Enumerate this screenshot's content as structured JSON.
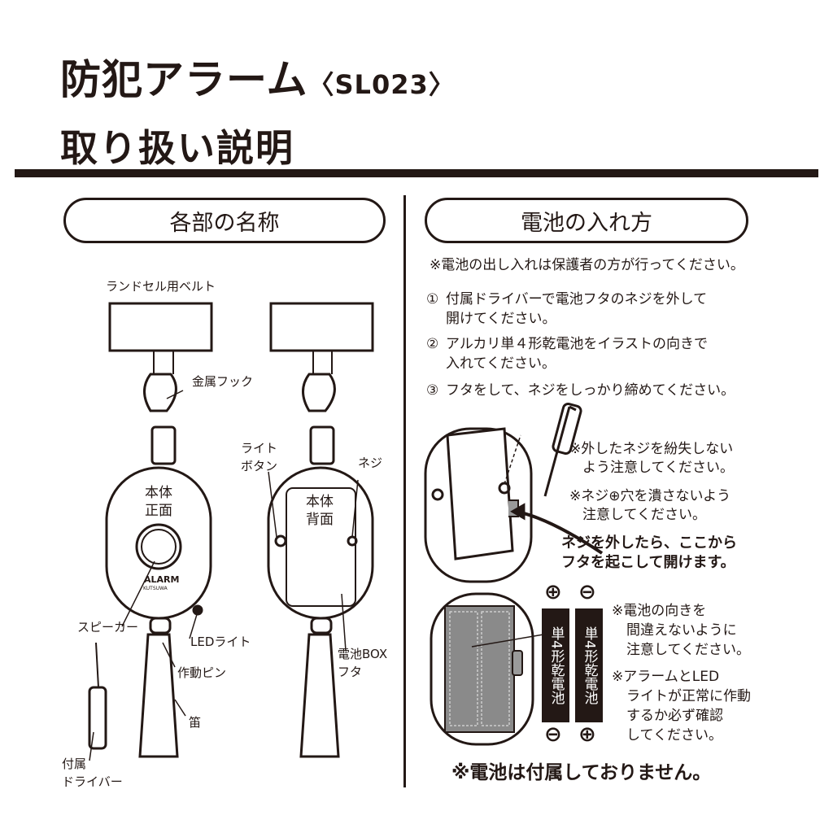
{
  "header": {
    "title": "防犯アラーム",
    "model": "〈SL023〉",
    "subtitle": "取り扱い説明"
  },
  "parts": {
    "heading": "各部の名称",
    "labels": {
      "belt": "ランドセル用ベルト",
      "hook": "金属フック",
      "light_button_1": "ライト",
      "light_button_2": "ボタン",
      "screw": "ネジ",
      "front_1": "本体",
      "front_2": "正面",
      "back_1": "本体",
      "back_2": "背面",
      "speaker": "スピーカー",
      "led": "LEDライト",
      "pin": "作動ピン",
      "battery_cover_1": "電池BOX",
      "battery_cover_2": "フタ",
      "whistle": "笛",
      "driver_1": "付属",
      "driver_2": "ドライバー",
      "brand_1": "ALARM",
      "brand_2": "KUTSUWA"
    }
  },
  "battery": {
    "heading": "電池の入れ方",
    "note": "※電池の出し入れは保護者の方が行ってください。",
    "steps": [
      {
        "num": "①",
        "line1": "付属ドライバーで電池フタのネジを外して",
        "line2": "開けてください。"
      },
      {
        "num": "②",
        "line1": "アルカリ単４形乾電池をイラストの向きで",
        "line2": "入れてください。"
      },
      {
        "num": "③",
        "line1": "フタをして、ネジをしっかり締めてください。",
        "line2": ""
      }
    ],
    "caution_lost_1": "※外したネジを紛失しない",
    "caution_lost_2": "よう注意してください。",
    "caution_hole_1": "※ネジ⊕穴を潰さないよう",
    "caution_hole_2": "注意してください。",
    "open_1": "ネジを外したら、ここから",
    "open_2": "フタを起こして開けます。",
    "battery_label": "単4形乾電池",
    "plus": "⊕",
    "minus": "⊖",
    "orient_1": "※電池の向きを",
    "orient_2": "間違えないように",
    "orient_3": "注意してください。",
    "check_1": "※アラームとLED",
    "check_2": "ライトが正常に作動",
    "check_3": "するか必ず確認",
    "check_4": "してください。",
    "not_included": "※電池は付属しておりません。"
  }
}
